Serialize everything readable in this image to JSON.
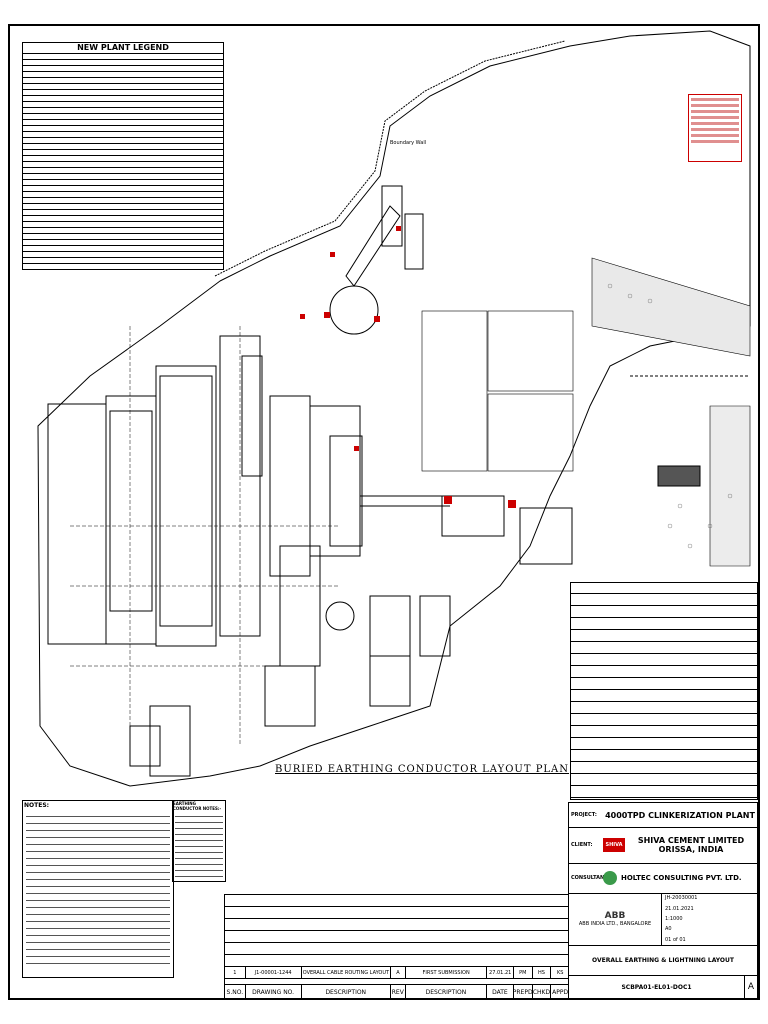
{
  "legend": {
    "title": "NEW PLANT LEGEND"
  },
  "plan": {
    "title": "BURIED EARTHING CONDUCTOR LAYOUT PLAN",
    "boundary_label": "Boundary Wall"
  },
  "notes": {
    "heading": "NOTES:",
    "heading2": "EARTHING CONDUCTOR NOTES:-"
  },
  "title_block": {
    "project_label": "PROJECT:",
    "project": "4000TPD CLINKERIZATION PLANT",
    "client_label": "CLIENT:",
    "client_name": "SHIVA CEMENT LIMITED",
    "client_location": "ORISSA, INDIA",
    "client_logo": "SHIVA",
    "consultant_label": "CONSULTANT:",
    "consultant": "HOLTEC CONSULTING PVT. LTD.",
    "abb_logo": "ABB",
    "contractor": "ABB INDIA LTD., BANGALORE",
    "drawing_title": "OVERALL EARTHING & LIGHTNING LAYOUT",
    "job_no": "JH-20030001",
    "date": "21.01.2021",
    "scale": "1:1000",
    "sheet_size": "A0",
    "sheet": "01 of 01",
    "drawing_no": "SCBPA01-EL01-DOC1",
    "rev": "A"
  },
  "revision": {
    "headers": [
      "S.NO.",
      "DRAWING NO.",
      "DESCRIPTION",
      "REV",
      "DESCRIPTION",
      "DATE",
      "PREPD",
      "CHKD",
      "APPD"
    ],
    "row": [
      "1",
      "J1-00001-1244",
      "OVERALL CABLE ROUTING LAYOUT",
      "A",
      "FIRST SUBMISSION",
      "27.01.21",
      "PM",
      "HS",
      "KS"
    ]
  },
  "colors": {
    "line": "#000000",
    "red_markup": "#cc0000",
    "grey_fill": "#bdbdbd"
  }
}
